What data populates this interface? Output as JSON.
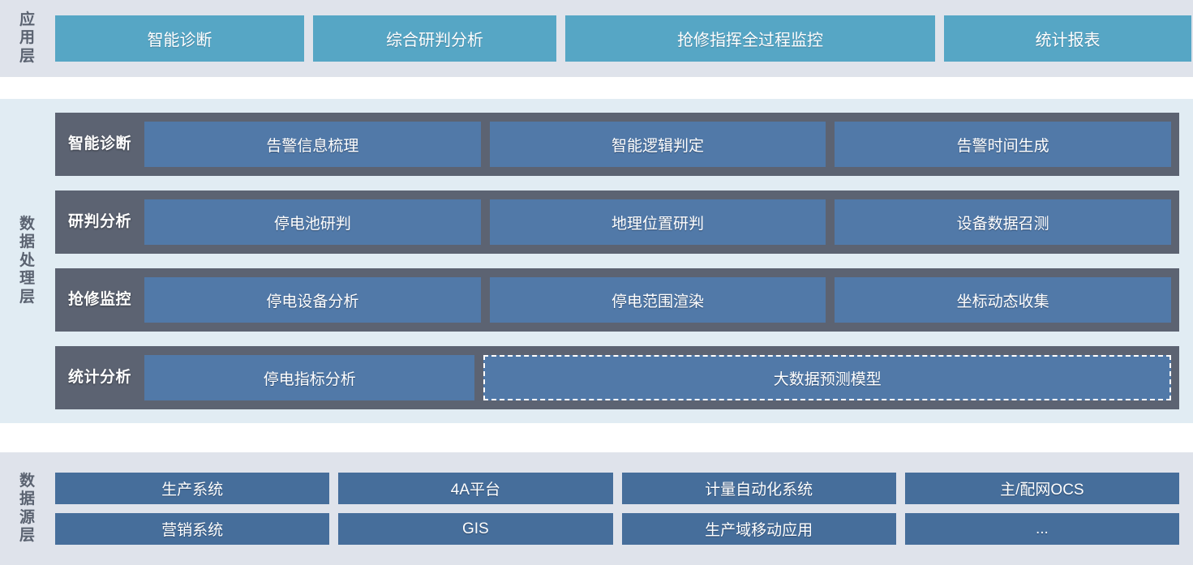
{
  "colors": {
    "app_band_bg": "#dfe3eb",
    "app_box": "#56a6c5",
    "data_band_bg": "#e1ecf3",
    "proc_row": "#5c6372",
    "proc_cell": "#5179a8",
    "source_band_bg": "#dfe3eb",
    "source_box": "#466e9b",
    "label_text": "#5a6270",
    "box_text": "#ffffff"
  },
  "application_layer": {
    "label": "应用层",
    "boxes": [
      {
        "label": "智能诊断"
      },
      {
        "label": "综合研判分析"
      },
      {
        "label": "抢修指挥全过程监控"
      },
      {
        "label": "统计报表"
      }
    ]
  },
  "data_processing_layer": {
    "label": "数据处理层",
    "rows": [
      {
        "key": "智能诊断",
        "cells": [
          {
            "label": "告警信息梳理",
            "dashed": false
          },
          {
            "label": "智能逻辑判定",
            "dashed": false
          },
          {
            "label": "告警时间生成",
            "dashed": false
          }
        ]
      },
      {
        "key": "研判分析",
        "cells": [
          {
            "label": "停电池研判",
            "dashed": false
          },
          {
            "label": "地理位置研判",
            "dashed": false
          },
          {
            "label": "设备数据召测",
            "dashed": false
          }
        ]
      },
      {
        "key": "抢修监控",
        "cells": [
          {
            "label": "停电设备分析",
            "dashed": false
          },
          {
            "label": "停电范围渲染",
            "dashed": false
          },
          {
            "label": "坐标动态收集",
            "dashed": false
          }
        ]
      },
      {
        "key": "统计分析",
        "cells": [
          {
            "label": "停电指标分析",
            "dashed": false
          },
          {
            "label": "大数据预测模型",
            "dashed": true
          }
        ]
      }
    ]
  },
  "data_source_layer": {
    "label": "数据源层",
    "rows": [
      [
        {
          "label": "生产系统"
        },
        {
          "label": "4A平台"
        },
        {
          "label": "计量自动化系统"
        },
        {
          "label": "主/配网OCS"
        }
      ],
      [
        {
          "label": "营销系统"
        },
        {
          "label": "GIS"
        },
        {
          "label": "生产域移动应用"
        },
        {
          "label": "..."
        }
      ]
    ]
  }
}
